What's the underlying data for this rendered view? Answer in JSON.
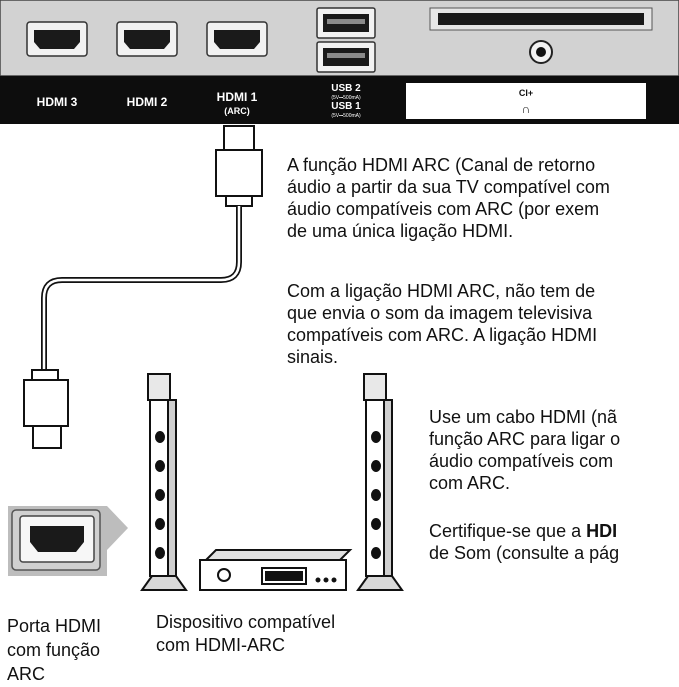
{
  "panel": {
    "ports": {
      "hdmi3": "HDMI 3",
      "hdmi2": "HDMI 2",
      "hdmi1": "HDMI 1",
      "hdmi1_sub": "(ARC)",
      "usb2": "USB 2",
      "usb2_spec": "(5V⎓500mA)",
      "usb1": "USB 1",
      "usb1_spec": "(5V⎓500mA)",
      "ci": "CI+",
      "headphone_symbol": "∩"
    }
  },
  "text": {
    "para1": [
      "A função HDMI ARC (Canal de retorno",
      "áudio a partir da sua TV compatível com",
      "áudio compatíveis com ARC (por exem",
      "de uma única ligação HDMI."
    ],
    "para2": [
      "Com a ligação HDMI ARC, não tem de",
      "que envia o som da imagem televisiva",
      "compatíveis com ARC. A ligação HDMI",
      "sinais."
    ],
    "para3": [
      "Use um cabo HDMI (nã",
      "função ARC para ligar o",
      "áudio compatíveis com",
      "com ARC."
    ],
    "para4_line1_prefix": "Certifique-se que a ",
    "para4_line1_bold": "HDI",
    "para4_line2": "de Som (consulte a pág"
  },
  "captions": {
    "port": [
      "Porta HDMI",
      "com função",
      "ARC"
    ],
    "device": [
      "Dispositivo compatível",
      "com HDMI-ARC"
    ]
  },
  "colors": {
    "panel_top": "#d4d4d4",
    "panel_strip": "#0d0d0d",
    "port_fill": "#1a1a1a",
    "receiver_port_bg": "#bdbdbd"
  }
}
